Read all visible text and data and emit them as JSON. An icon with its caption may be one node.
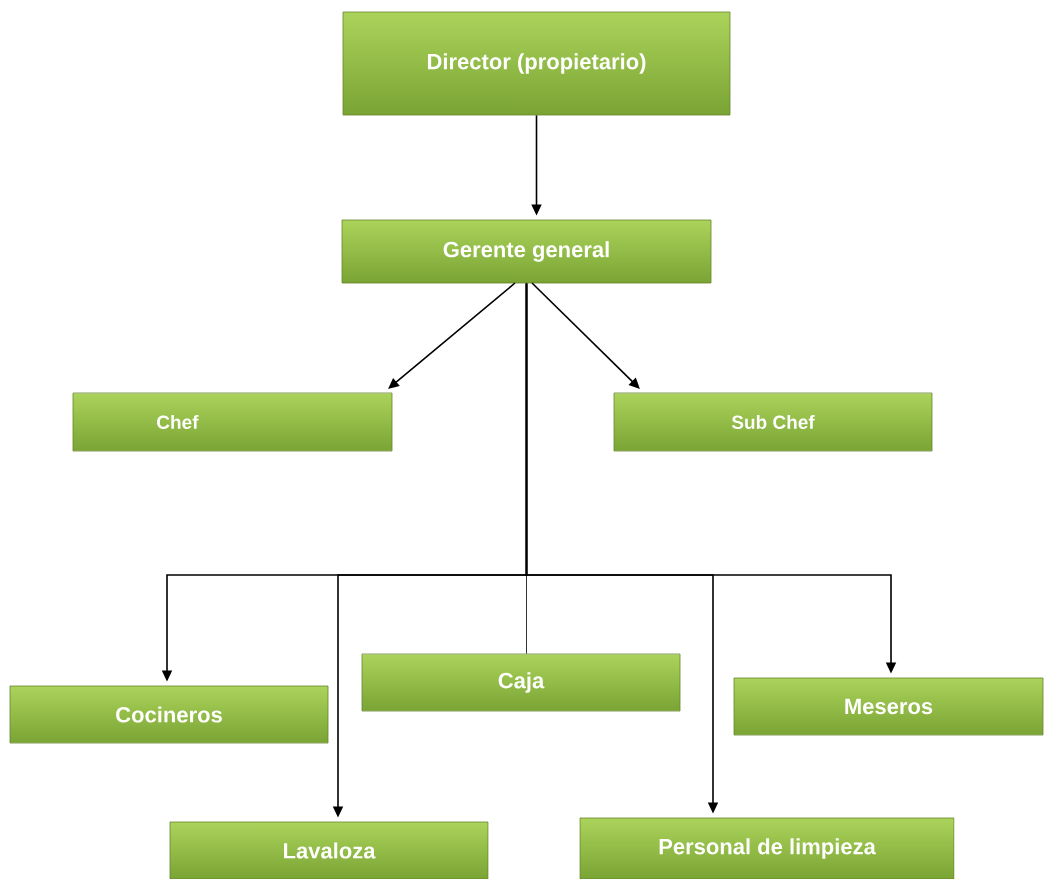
{
  "diagram": {
    "nodes": [
      {
        "text": [
          "Director (propietario)"
        ]
      },
      {
        "text": [
          "Gerente general"
        ]
      },
      {
        "text": [
          "Chef"
        ]
      },
      {
        "text": [
          "Sub Chef"
        ]
      },
      {
        "text": [
          "Cocineros"
        ]
      },
      {
        "text": [
          "Caja"
        ]
      },
      {
        "text": [
          "Meseros"
        ]
      },
      {
        "text": [
          "Lavaloza"
        ]
      },
      {
        "text": [
          "Personal de limpieza"
        ]
      }
    ],
    "edges": [
      {
        "from": 0,
        "to": 1,
        "arrow": "to"
      },
      {
        "from": 1,
        "to": 2,
        "arrow": "to"
      },
      {
        "from": 1,
        "to": 3,
        "arrow": "to"
      },
      {
        "from": 1,
        "to": 5,
        "arrow": "none"
      },
      {
        "from": 1,
        "to": 4,
        "arrow": "to"
      },
      {
        "from": 1,
        "to": 7,
        "arrow": "to"
      },
      {
        "from": 1,
        "to": 8,
        "arrow": "to"
      },
      {
        "from": 1,
        "to": 6,
        "arrow": "to"
      }
    ]
  }
}
